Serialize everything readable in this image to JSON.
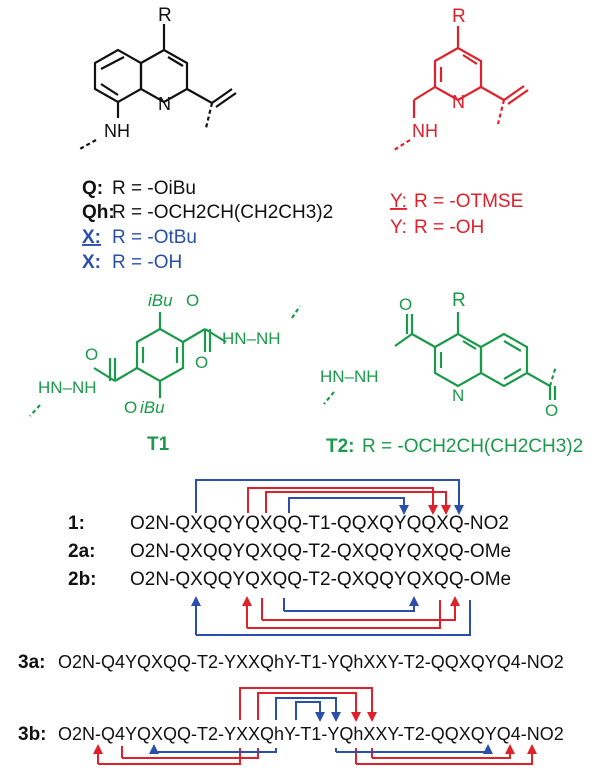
{
  "colors": {
    "black": "#111111",
    "red": "#e0202a",
    "blue": "#2a4faa",
    "green": "#1a9a4a"
  },
  "structures": {
    "quinoline_unit": {
      "substituent": "R",
      "amine": "NH",
      "ring_n": "N"
    },
    "pyridine_unit": {
      "substituent": "R",
      "amine": "NH",
      "ring_n": "N"
    },
    "t1": {
      "name": "T1",
      "ibu_top": "iBu",
      "ibu_bottom": "iBu",
      "oxygen": "O",
      "hydrazide_left": "HN–NH",
      "hydrazide_right": "HN–NH"
    },
    "t2": {
      "name": "T2:",
      "substituent": "R",
      "ring_n": "N",
      "hydrazide": "HN–NH",
      "definition": "R = -OCH2CH(CH2CH3)2"
    }
  },
  "definitions": {
    "q": {
      "key": "Q:",
      "value": "R = -OiBu"
    },
    "qh": {
      "key": "Qh:",
      "value": "R = -OCH2CH(CH2CH3)2"
    },
    "x_protected": {
      "key": "X:",
      "value": "R = -OtBu"
    },
    "x": {
      "key": "X:",
      "value": "R = -OH"
    },
    "y_protected": {
      "key": "Y:",
      "value": "R = -OTMSE"
    },
    "y": {
      "key": "Y:",
      "value": "R = -OH"
    }
  },
  "sequences": [
    {
      "label": "1:",
      "text": "O2N-QXQQYQXQQ-T1-QQXQYQQXQ-NO2"
    },
    {
      "label": "2a:",
      "text": "O2N-QXQQYQXQQ-T2-QXQQYQXQQ-OMe"
    },
    {
      "label": "2b:",
      "text": "O2N-QXQQYQXQQ-T2-QXQQYQXQQ-OMe"
    },
    {
      "label": "3a:",
      "text": "O2N-Q4YQXQQ-T2-YXXQhY-T1-YQhXXY-T2-QQXQYQ4-NO2"
    },
    {
      "label": "3b:",
      "text": "O2N-Q4YQXQQ-T2-YXXQhY-T1-YQhXXY-T2-QQXQYQ4-NO2"
    }
  ]
}
